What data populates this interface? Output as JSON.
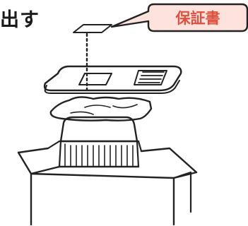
{
  "heading": {
    "fragment": "出す"
  },
  "callout": {
    "label": "保証書",
    "fill_color": "#fde2dd",
    "text_color": "#e0503c",
    "stroke_color": "#222222"
  },
  "illustration": {
    "parts": [
      "warranty-card",
      "tray-with-manual",
      "wrapped-cushion",
      "product-box",
      "open-shipping-carton"
    ]
  }
}
